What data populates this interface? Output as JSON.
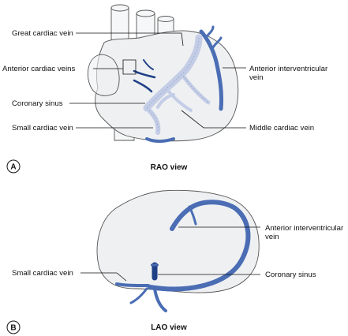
{
  "panel_a": {
    "letter": "A",
    "view_title": "RAO view",
    "labels": {
      "great_cardiac_vein": "Great cardiac vein",
      "anterior_cardiac_veins": "Anterior cardiac veins",
      "coronary_sinus": "Coronary sinus",
      "small_cardiac_vein": "Small cardiac vein",
      "anterior_interventricular_vein_line1": "Anterior interventricular",
      "anterior_interventricular_vein_line2": "vein",
      "middle_cardiac_vein": "Middle cardiac vein"
    }
  },
  "panel_b": {
    "letter": "B",
    "view_title": "LAO view",
    "labels": {
      "small_cardiac_vein": "Small cardiac vein",
      "anterior_interventricular_vein_line1": "Anterior interventricular",
      "anterior_interventricular_vein_line2": "vein",
      "coronary_sinus": "Coronary sinus"
    }
  },
  "colors": {
    "vein_blue": "#4a6db4",
    "vein_dark": "#1f3f86",
    "heart_fill": "#eef0f2",
    "ghost_vein": "#c4cde6"
  }
}
